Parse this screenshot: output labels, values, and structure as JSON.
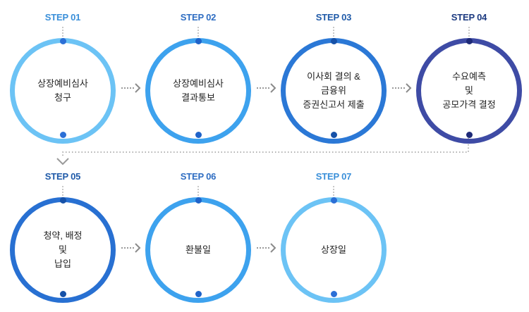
{
  "steps": [
    {
      "label": "STEP 01",
      "lines": [
        "상장예비심사",
        "청구"
      ],
      "ring": "#6cc3f5",
      "node": "#2b6fd6",
      "labelColor": "#3a8fd9"
    },
    {
      "label": "STEP 02",
      "lines": [
        "상장예비심사",
        "결과통보"
      ],
      "ring": "#3da2ee",
      "node": "#1f63c9",
      "labelColor": "#2e6dc2"
    },
    {
      "label": "STEP 03",
      "lines": [
        "이사회 결의 &",
        "금융위",
        "증권신고서 제출"
      ],
      "ring": "#2b78d6",
      "node": "#1651a8",
      "labelColor": "#1f5aa8"
    },
    {
      "label": "STEP 04",
      "lines": [
        "수요예측",
        "및",
        "공모가격 결정"
      ],
      "ring": "#3e4ba5",
      "node": "#1e2a78",
      "labelColor": "#1c3a80"
    },
    {
      "label": "STEP 05",
      "lines": [
        "청약, 배정",
        "및",
        "납입"
      ],
      "ring": "#2870d2",
      "node": "#1651a8",
      "labelColor": "#1f5aa8"
    },
    {
      "label": "STEP 06",
      "lines": [
        "환불일"
      ],
      "ring": "#3da2ee",
      "node": "#1f63c9",
      "labelColor": "#2e6dc2"
    },
    {
      "label": "STEP 07",
      "lines": [
        "상장일"
      ],
      "ring": "#6cc3f5",
      "node": "#2b6fd6",
      "labelColor": "#3a8fd9"
    }
  ]
}
